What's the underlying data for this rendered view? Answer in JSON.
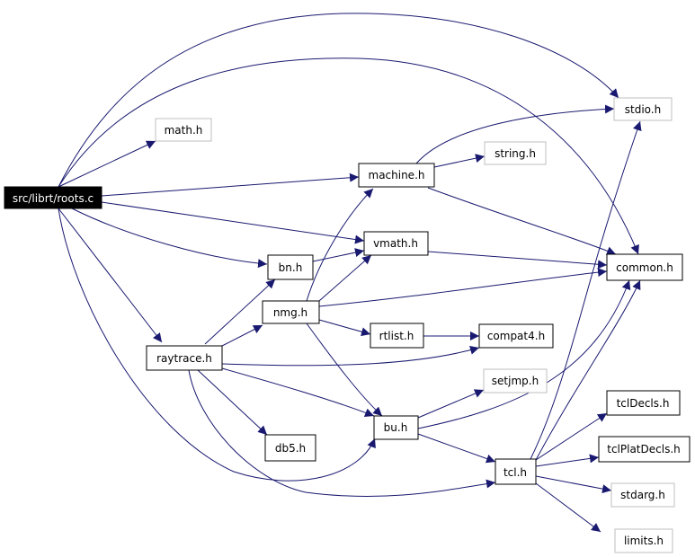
{
  "diagram": {
    "nodes": {
      "roots": "src/librt/roots.c",
      "math": "math.h",
      "stdio": "stdio.h",
      "machine": "machine.h",
      "string": "string.h",
      "vmath": "vmath.h",
      "common": "common.h",
      "bn": "bn.h",
      "nmg": "nmg.h",
      "rtlist": "rtlist.h",
      "compat4": "compat4.h",
      "raytrace": "raytrace.h",
      "setjmp": "setjmp.h",
      "bu": "bu.h",
      "tclDecls": "tclDecls.h",
      "db5": "db5.h",
      "tclPlatDecls": "tclPlatDecls.h",
      "tcl": "tcl.h",
      "stdarg": "stdarg.h",
      "limits": "limits.h"
    },
    "colors": {
      "edge": "#191970",
      "node_border": "#000000",
      "system_node_border": "#bfbfbf",
      "root_fill": "#000000",
      "root_text": "#ffffff"
    }
  }
}
